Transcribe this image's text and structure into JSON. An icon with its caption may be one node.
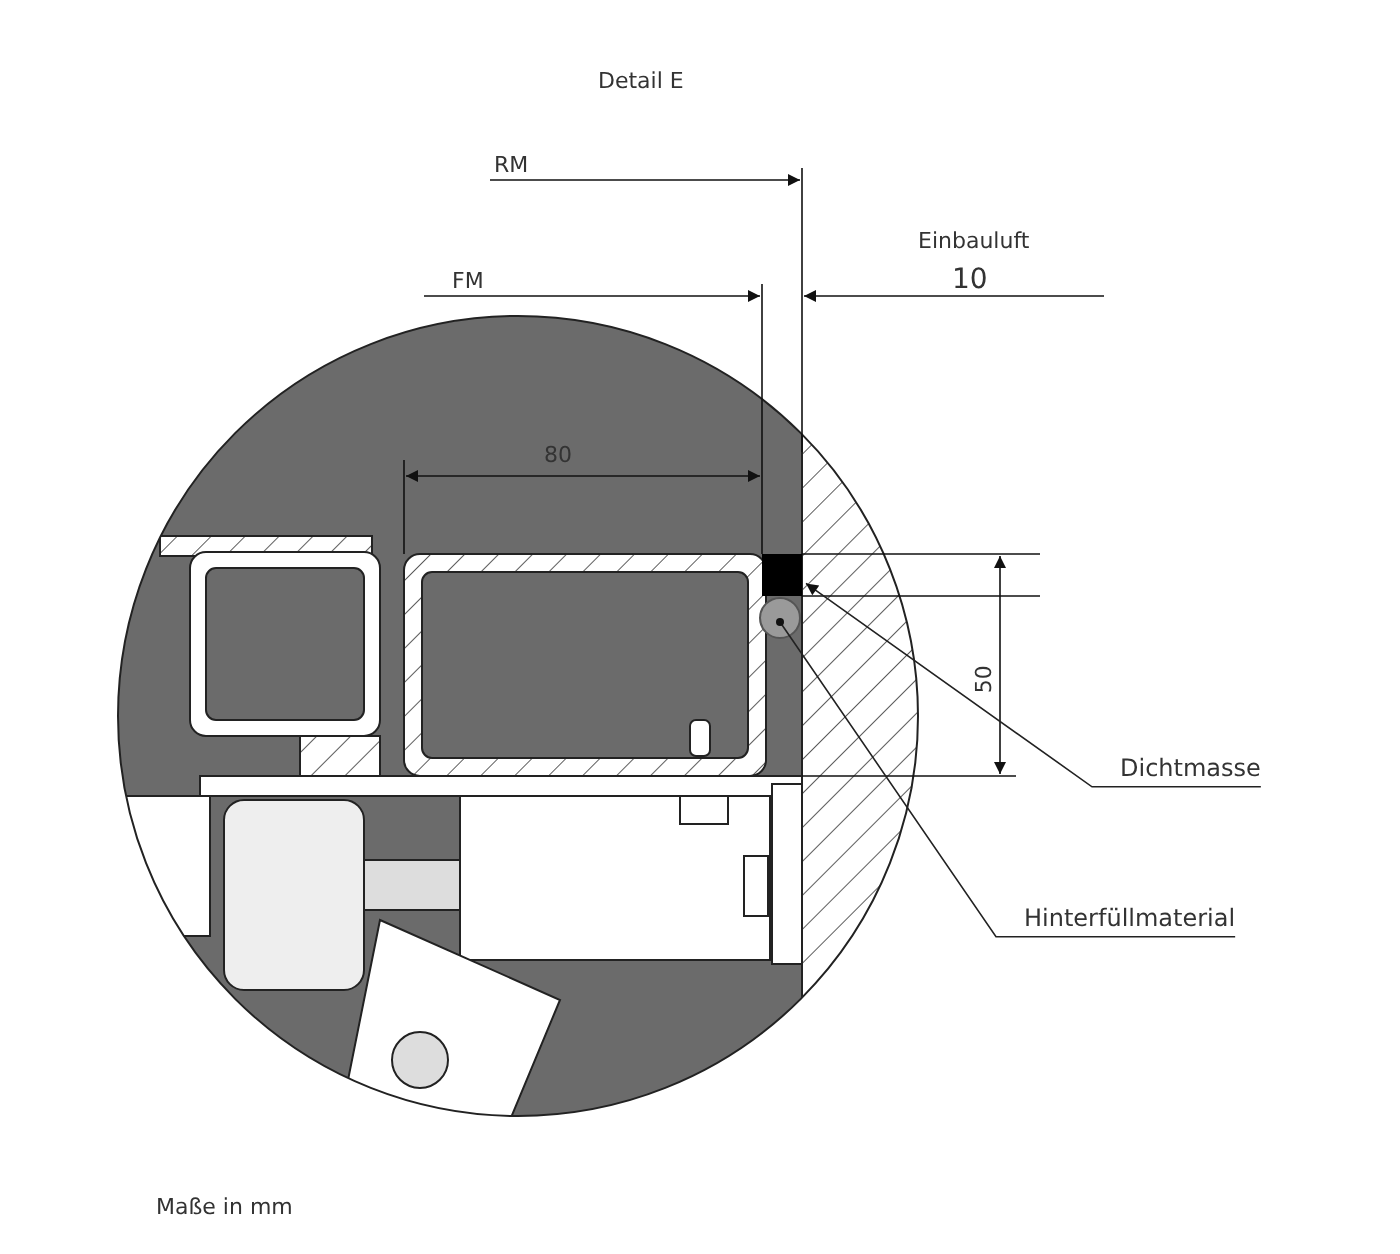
{
  "diagram": {
    "title": "Detail E",
    "caption": "Maße in mm",
    "nodes": [
      {
        "text": [
          "Dichtmasse"
        ]
      },
      {
        "text": [],
        "shape": "box"
      },
      {
        "text": [
          "Hinterfüllmaterial"
        ]
      },
      {
        "text": [],
        "shape": "circle"
      }
    ],
    "edges": [
      {
        "from": 0,
        "to": 1,
        "arrow": "to"
      },
      {
        "from": 2,
        "to": 3,
        "arrow": "other"
      }
    ],
    "labels": [
      "RM",
      "Einbauluft",
      "FM",
      "10",
      "80",
      "50"
    ]
  }
}
